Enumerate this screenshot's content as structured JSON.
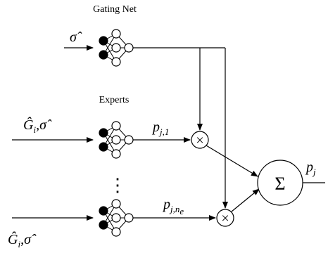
{
  "gating": {
    "title": "Gating Net",
    "input_label": "σ̂"
  },
  "experts": {
    "title": "Experts",
    "top_input_label": "Ĝ",
    "top_input_label_sub": "i",
    "top_input_label_tail": ",σ̂",
    "bottom_input_label": "Ĝ",
    "bottom_input_label_sub": "i",
    "bottom_input_label_tail": ",σ̂",
    "top_output_label": "p",
    "top_output_sub": "j,1",
    "bottom_output_label": "p",
    "bottom_output_sub": "j,n",
    "bottom_output_subsub": "e",
    "ellipsis": "⋮"
  },
  "combiner": {
    "multiply_symbol": "×",
    "sum_symbol": "Σ",
    "output_label": "p",
    "output_sub": "j"
  }
}
